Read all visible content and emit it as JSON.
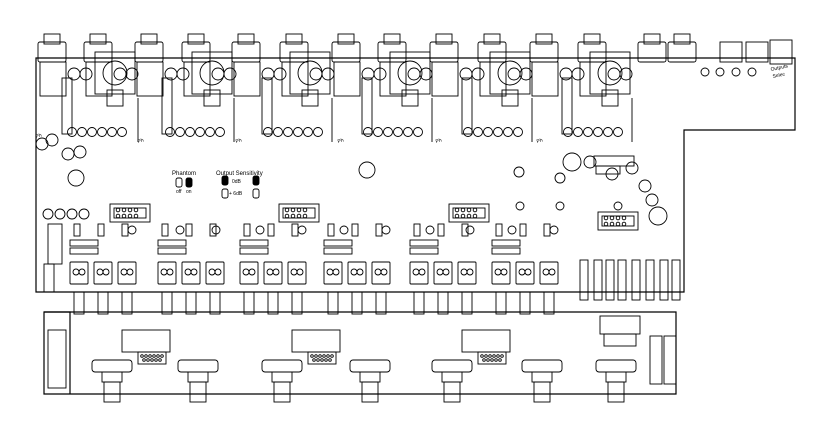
{
  "labels": {
    "phantom": "Phantom",
    "phantom_off": "off",
    "phantom_on": "on",
    "output_sensitivity": "Output Sensitivity",
    "sens_0db": "0dB",
    "sens_6db": "+ 6dB",
    "ph": "Ph",
    "outputs": "Outputs",
    "selec": "Selec"
  },
  "colors": {
    "stroke": "#000000",
    "background": "#ffffff"
  }
}
